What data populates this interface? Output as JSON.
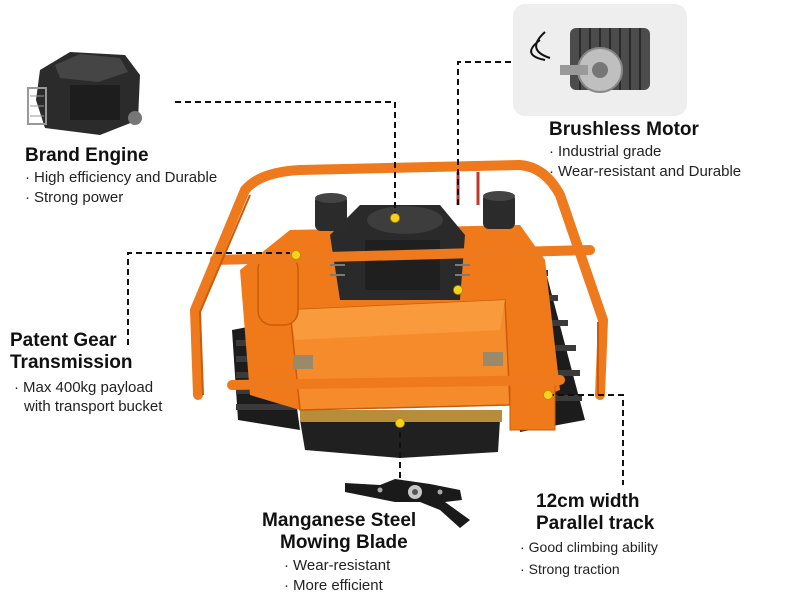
{
  "callouts": {
    "engine": {
      "title": "Brand Engine",
      "bullets": [
        "High efficiency and Durable",
        "Strong power"
      ]
    },
    "motor": {
      "title": "Brushless Motor",
      "bullets": [
        "Industrial grade",
        "Wear-resistant and Durable"
      ]
    },
    "gear": {
      "title_line1": "Patent Gear",
      "title_line2": "Transmission",
      "bullet_line1": "Max 400kg payload",
      "bullet_line2": "with transport bucket"
    },
    "track": {
      "title_line1": "12cm width",
      "title_line2": "Parallel track",
      "bullets": [
        "Good climbing ability",
        "Strong traction"
      ]
    },
    "blade": {
      "title_line1": "Manganese Steel",
      "title_line2": "Mowing Blade",
      "bullets": [
        "Wear-resistant",
        "More efficient"
      ]
    }
  },
  "colors": {
    "body": "#f07a1a",
    "frame": "#ee7a1d",
    "track": "#1c1c1c",
    "engine": "#2a2a2a",
    "dot": "#f6d21a"
  }
}
